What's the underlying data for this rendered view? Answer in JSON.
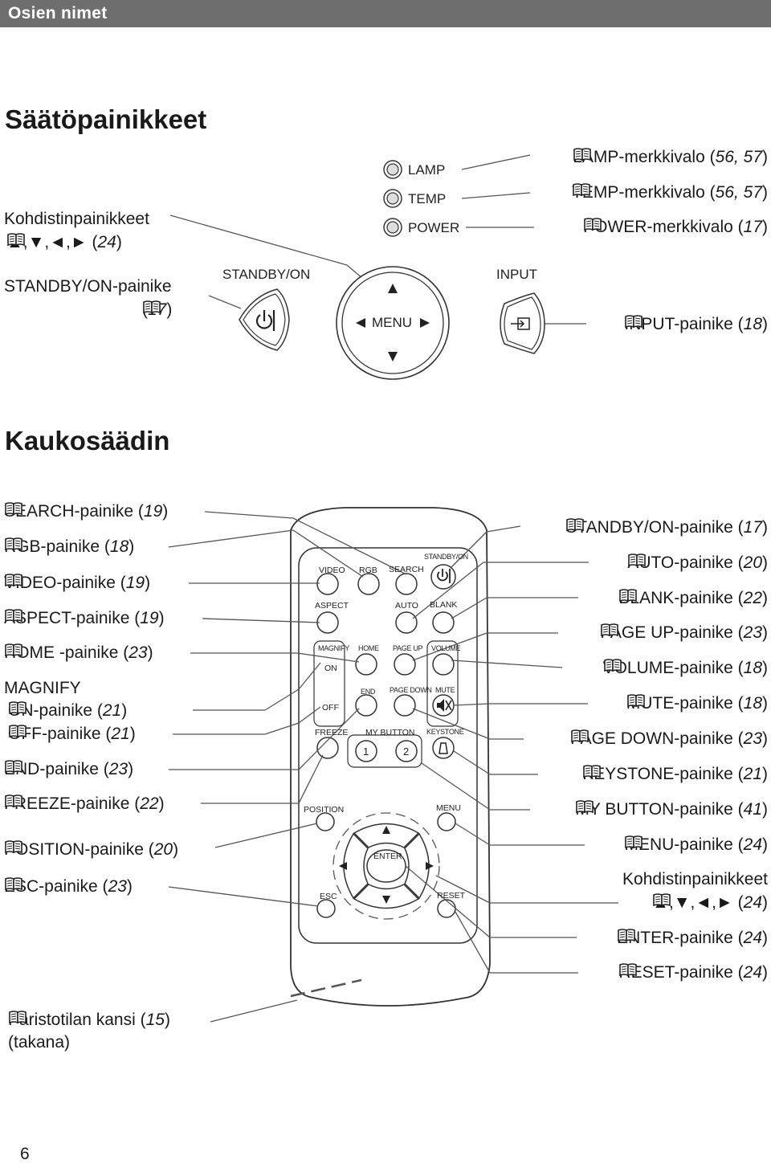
{
  "header": {
    "section": "Osien nimet"
  },
  "control": {
    "title": "Säätöpainikkeet",
    "panel": {
      "lamp": "LAMP",
      "temp": "TEMP",
      "power": "POWER",
      "standby": "STANDBY/ON",
      "input": "INPUT",
      "menu": "MENU"
    },
    "left": {
      "cursor_line1": "Kohdistinpainikkeet",
      "cursor_line2_text": "▲,▼,◄,► (",
      "cursor_ref": "24",
      "standby_line1": "STANDBY/ON-painike",
      "standby_ref": "17"
    },
    "right": {
      "lamp_text": "LAMP-merkkivalo (",
      "lamp_ref": "56, 57",
      "temp_text": "TEMP-merkkivalo (",
      "temp_ref": "56, 57",
      "power_text": "POWER-merkkivalo (",
      "power_ref": "17",
      "input_text": "INPUT-painike (",
      "input_ref": "18"
    }
  },
  "remote": {
    "title": "Kaukosäädin",
    "labels": {
      "video": "VIDEO",
      "rgb": "RGB",
      "search": "SEARCH",
      "standby": "STANDBY/ON",
      "aspect": "ASPECT",
      "auto": "AUTO",
      "blank": "BLANK",
      "magnify": "MAGNIFY",
      "on": "ON",
      "home": "HOME",
      "page_up": "PAGE UP",
      "volume": "VOLUME",
      "end": "END",
      "page_down": "PAGE DOWN",
      "mute": "MUTE",
      "off": "OFF",
      "freeze": "FREEZE",
      "my_button": "MY BUTTON",
      "keystone": "KEYSTONE",
      "btn1": "1",
      "btn2": "2",
      "position": "POSITION",
      "menu": "MENU",
      "enter": "ENTER",
      "esc": "ESC",
      "reset": "RESET"
    },
    "left": [
      {
        "text": "SEARCH-painike (",
        "ref": "19"
      },
      {
        "text": "RGB-painike (",
        "ref": "18"
      },
      {
        "text": "VIDEO-painike (",
        "ref": "19"
      },
      {
        "text": "ASPECT-painike (",
        "ref": "19"
      },
      {
        "text": "HOME -painike (",
        "ref": "23"
      },
      {
        "text": "MAGNIFY",
        "ref": ""
      },
      {
        "text": "ON-painike (",
        "ref": "21"
      },
      {
        "text": "OFF-painike (",
        "ref": "21"
      },
      {
        "text": "END-painike (",
        "ref": "23"
      },
      {
        "text": "FREEZE-painike (",
        "ref": "22"
      },
      {
        "text": "POSITION-painike (",
        "ref": "20"
      },
      {
        "text": "ESC-painike (",
        "ref": "23"
      }
    ],
    "right": [
      {
        "text": "STANDBY/ON-painike (",
        "ref": "17"
      },
      {
        "text": "AUTO-painike (",
        "ref": "20"
      },
      {
        "text": "BLANK-painike (",
        "ref": "22"
      },
      {
        "text": "PAGE UP-painike (",
        "ref": "23"
      },
      {
        "text": "VOLUME-painike (",
        "ref": "18"
      },
      {
        "text": "MUTE-painike (",
        "ref": "18"
      },
      {
        "text": "PAGE DOWN-painike (",
        "ref": "23"
      },
      {
        "text": "KEYSTONE-painike (",
        "ref": "21"
      },
      {
        "text": "MY BUTTON-painike (",
        "ref": "41"
      },
      {
        "text": "MENU-painike (",
        "ref": "24"
      },
      {
        "text": "Kohdistinpainikkeet",
        "ref": ""
      },
      {
        "text": "▲,▼,◄,► (",
        "ref": "24"
      },
      {
        "text": "ENTER-painike (",
        "ref": "24"
      },
      {
        "text": "RESET-painike (",
        "ref": "24"
      }
    ],
    "battery_line1_text": "Paristotilan kansi (",
    "battery_ref": "15",
    "battery_line2": "(takana)"
  },
  "page_number": "6",
  "colors": {
    "header_bg": "#6e6e6e",
    "line": "#555555"
  }
}
